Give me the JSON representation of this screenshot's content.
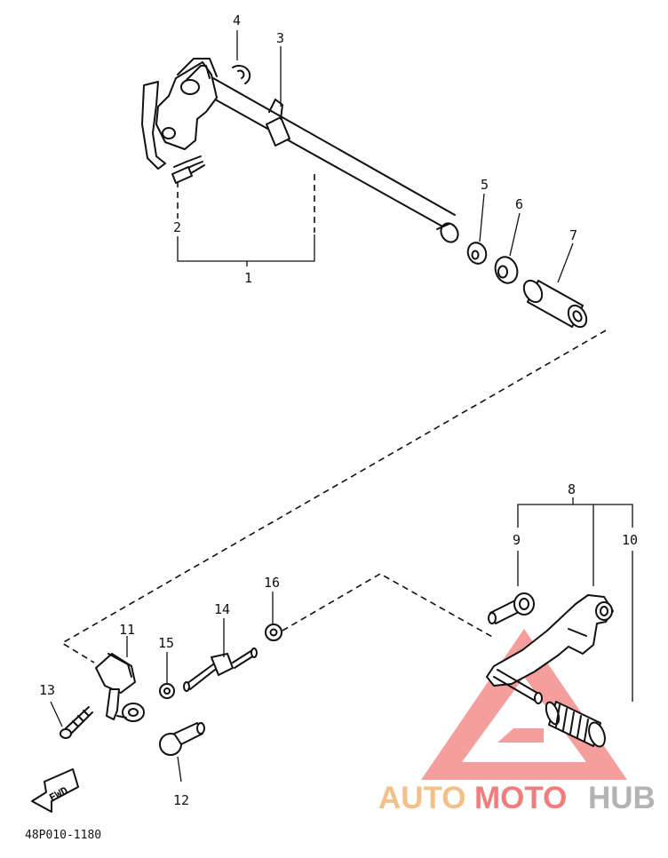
{
  "diagram": {
    "callouts": {
      "c1": "1",
      "c2": "2",
      "c3": "3",
      "c4": "4",
      "c5": "5",
      "c6": "6",
      "c7": "7",
      "c8": "8",
      "c9": "9",
      "c10": "10",
      "c11": "11",
      "c12": "12",
      "c13": "13",
      "c14": "14",
      "c15": "15",
      "c16": "16"
    },
    "fwd_label": "FWD",
    "part_code": "48P010-1180"
  },
  "watermark": {
    "text_part1": "AUTO",
    "text_part2": "MOTO",
    "text_part3": "HUB",
    "colors": {
      "part1": "#f3c08a",
      "part2": "#f07d7d",
      "part3": "#b3b3b3",
      "logo": "#f07d7d"
    }
  }
}
